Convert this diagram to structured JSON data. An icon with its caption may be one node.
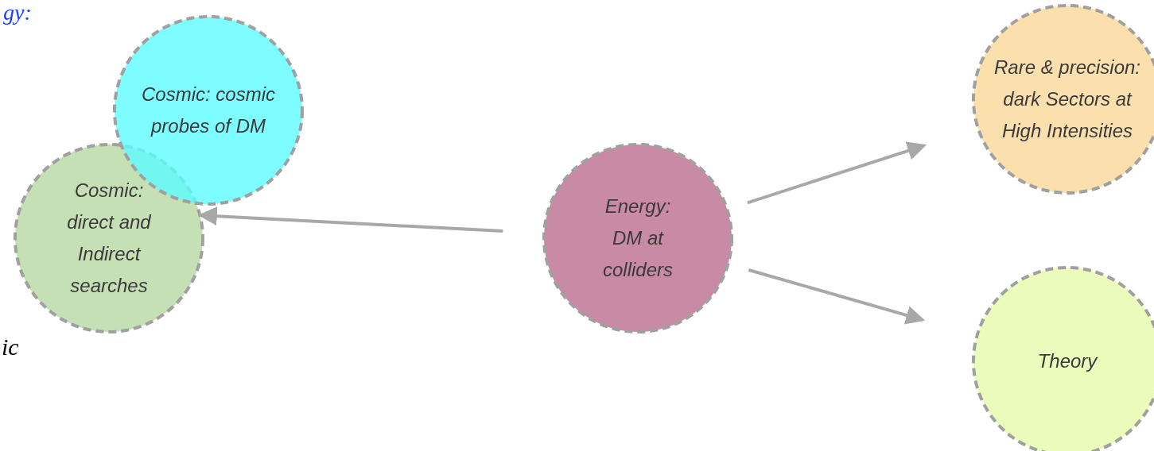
{
  "diagram": {
    "nodes": [
      {
        "text": [
          "Cosmic: cosmic probes of DM"
        ]
      },
      {
        "text": [
          "Cosmic: direct and Indirect searches"
        ]
      },
      {
        "text": [
          "Energy: DM at colliders"
        ]
      },
      {
        "text": [
          "Rare & precision: dark Sectors at High Intensities"
        ]
      },
      {
        "text": [
          "Theory"
        ]
      }
    ],
    "edges": [
      {
        "from": 2,
        "to": 1,
        "arrow": "to"
      },
      {
        "from": 2,
        "to": 3,
        "arrow": "to"
      },
      {
        "from": 2,
        "to": 4,
        "arrow": "to"
      }
    ],
    "labels": [
      "gy:",
      "ic"
    ]
  }
}
